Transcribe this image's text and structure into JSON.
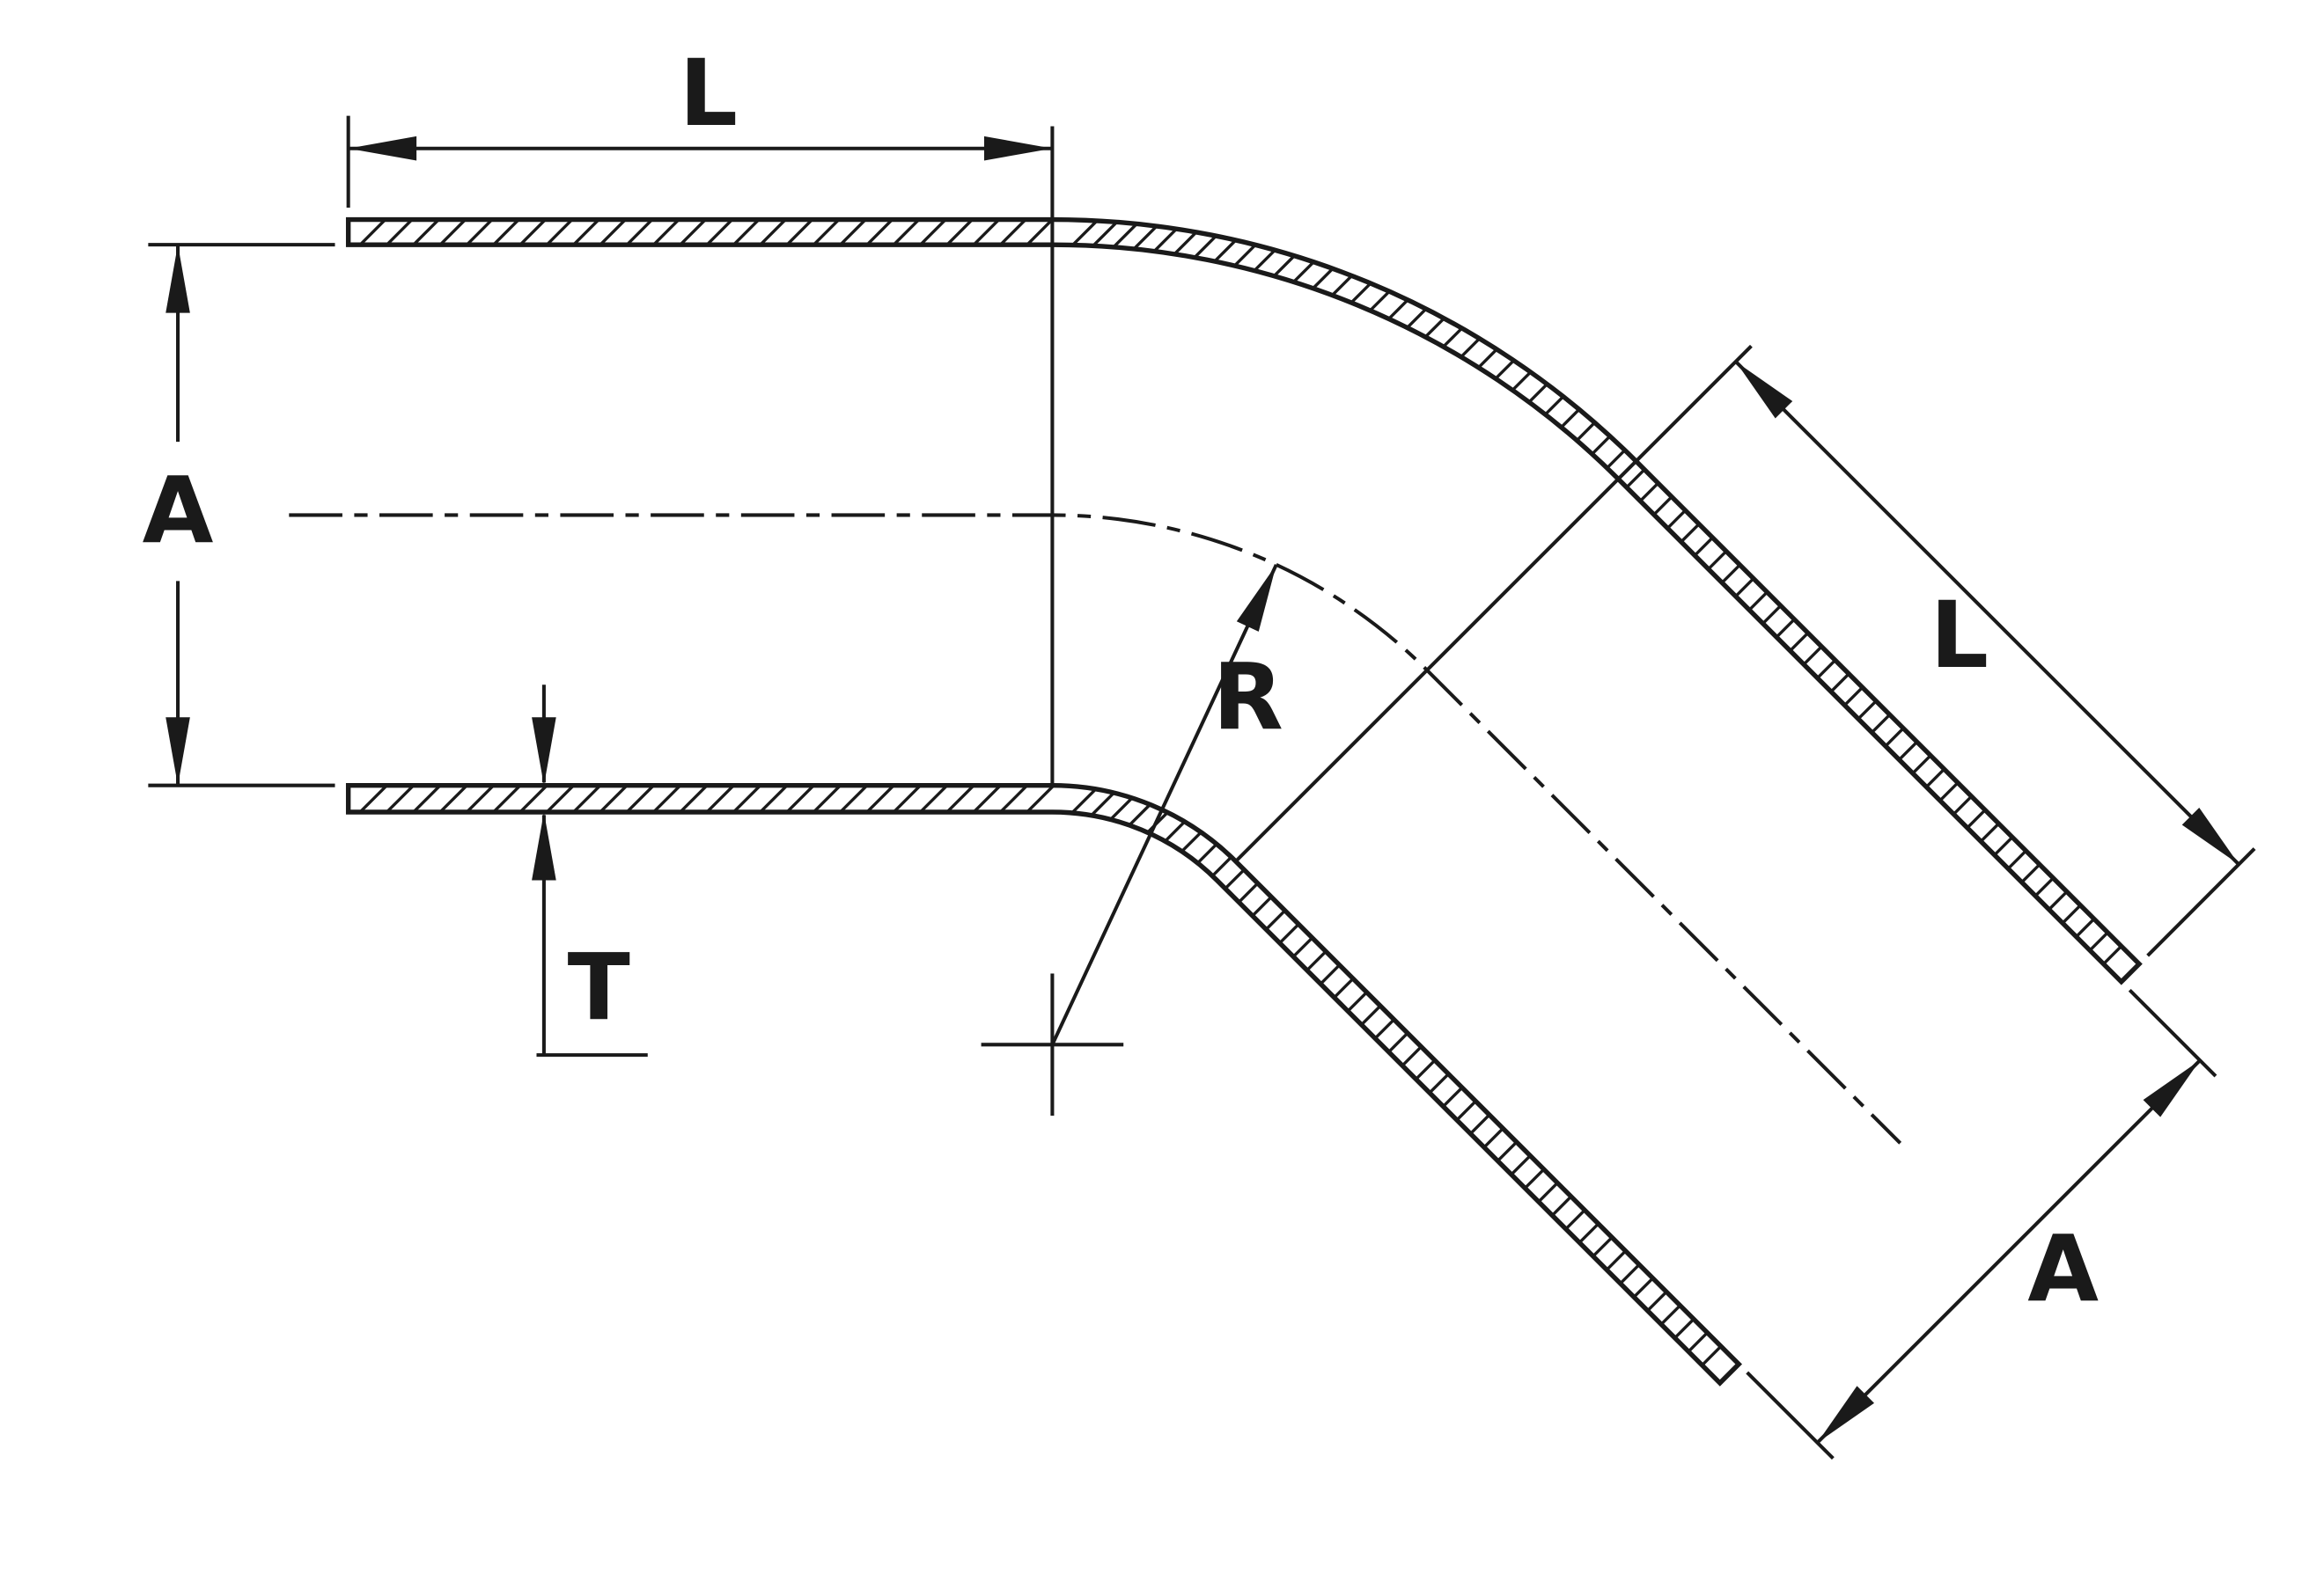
{
  "drawing": {
    "labels": {
      "leg_length_top": "L",
      "inner_diameter_left": "A",
      "wall_thickness": "T",
      "bend_radius": "R",
      "leg_length_angled": "L",
      "inner_diameter_angled": "A"
    },
    "colors": {
      "ink": "#1a1a1a",
      "background": "#ffffff"
    }
  }
}
